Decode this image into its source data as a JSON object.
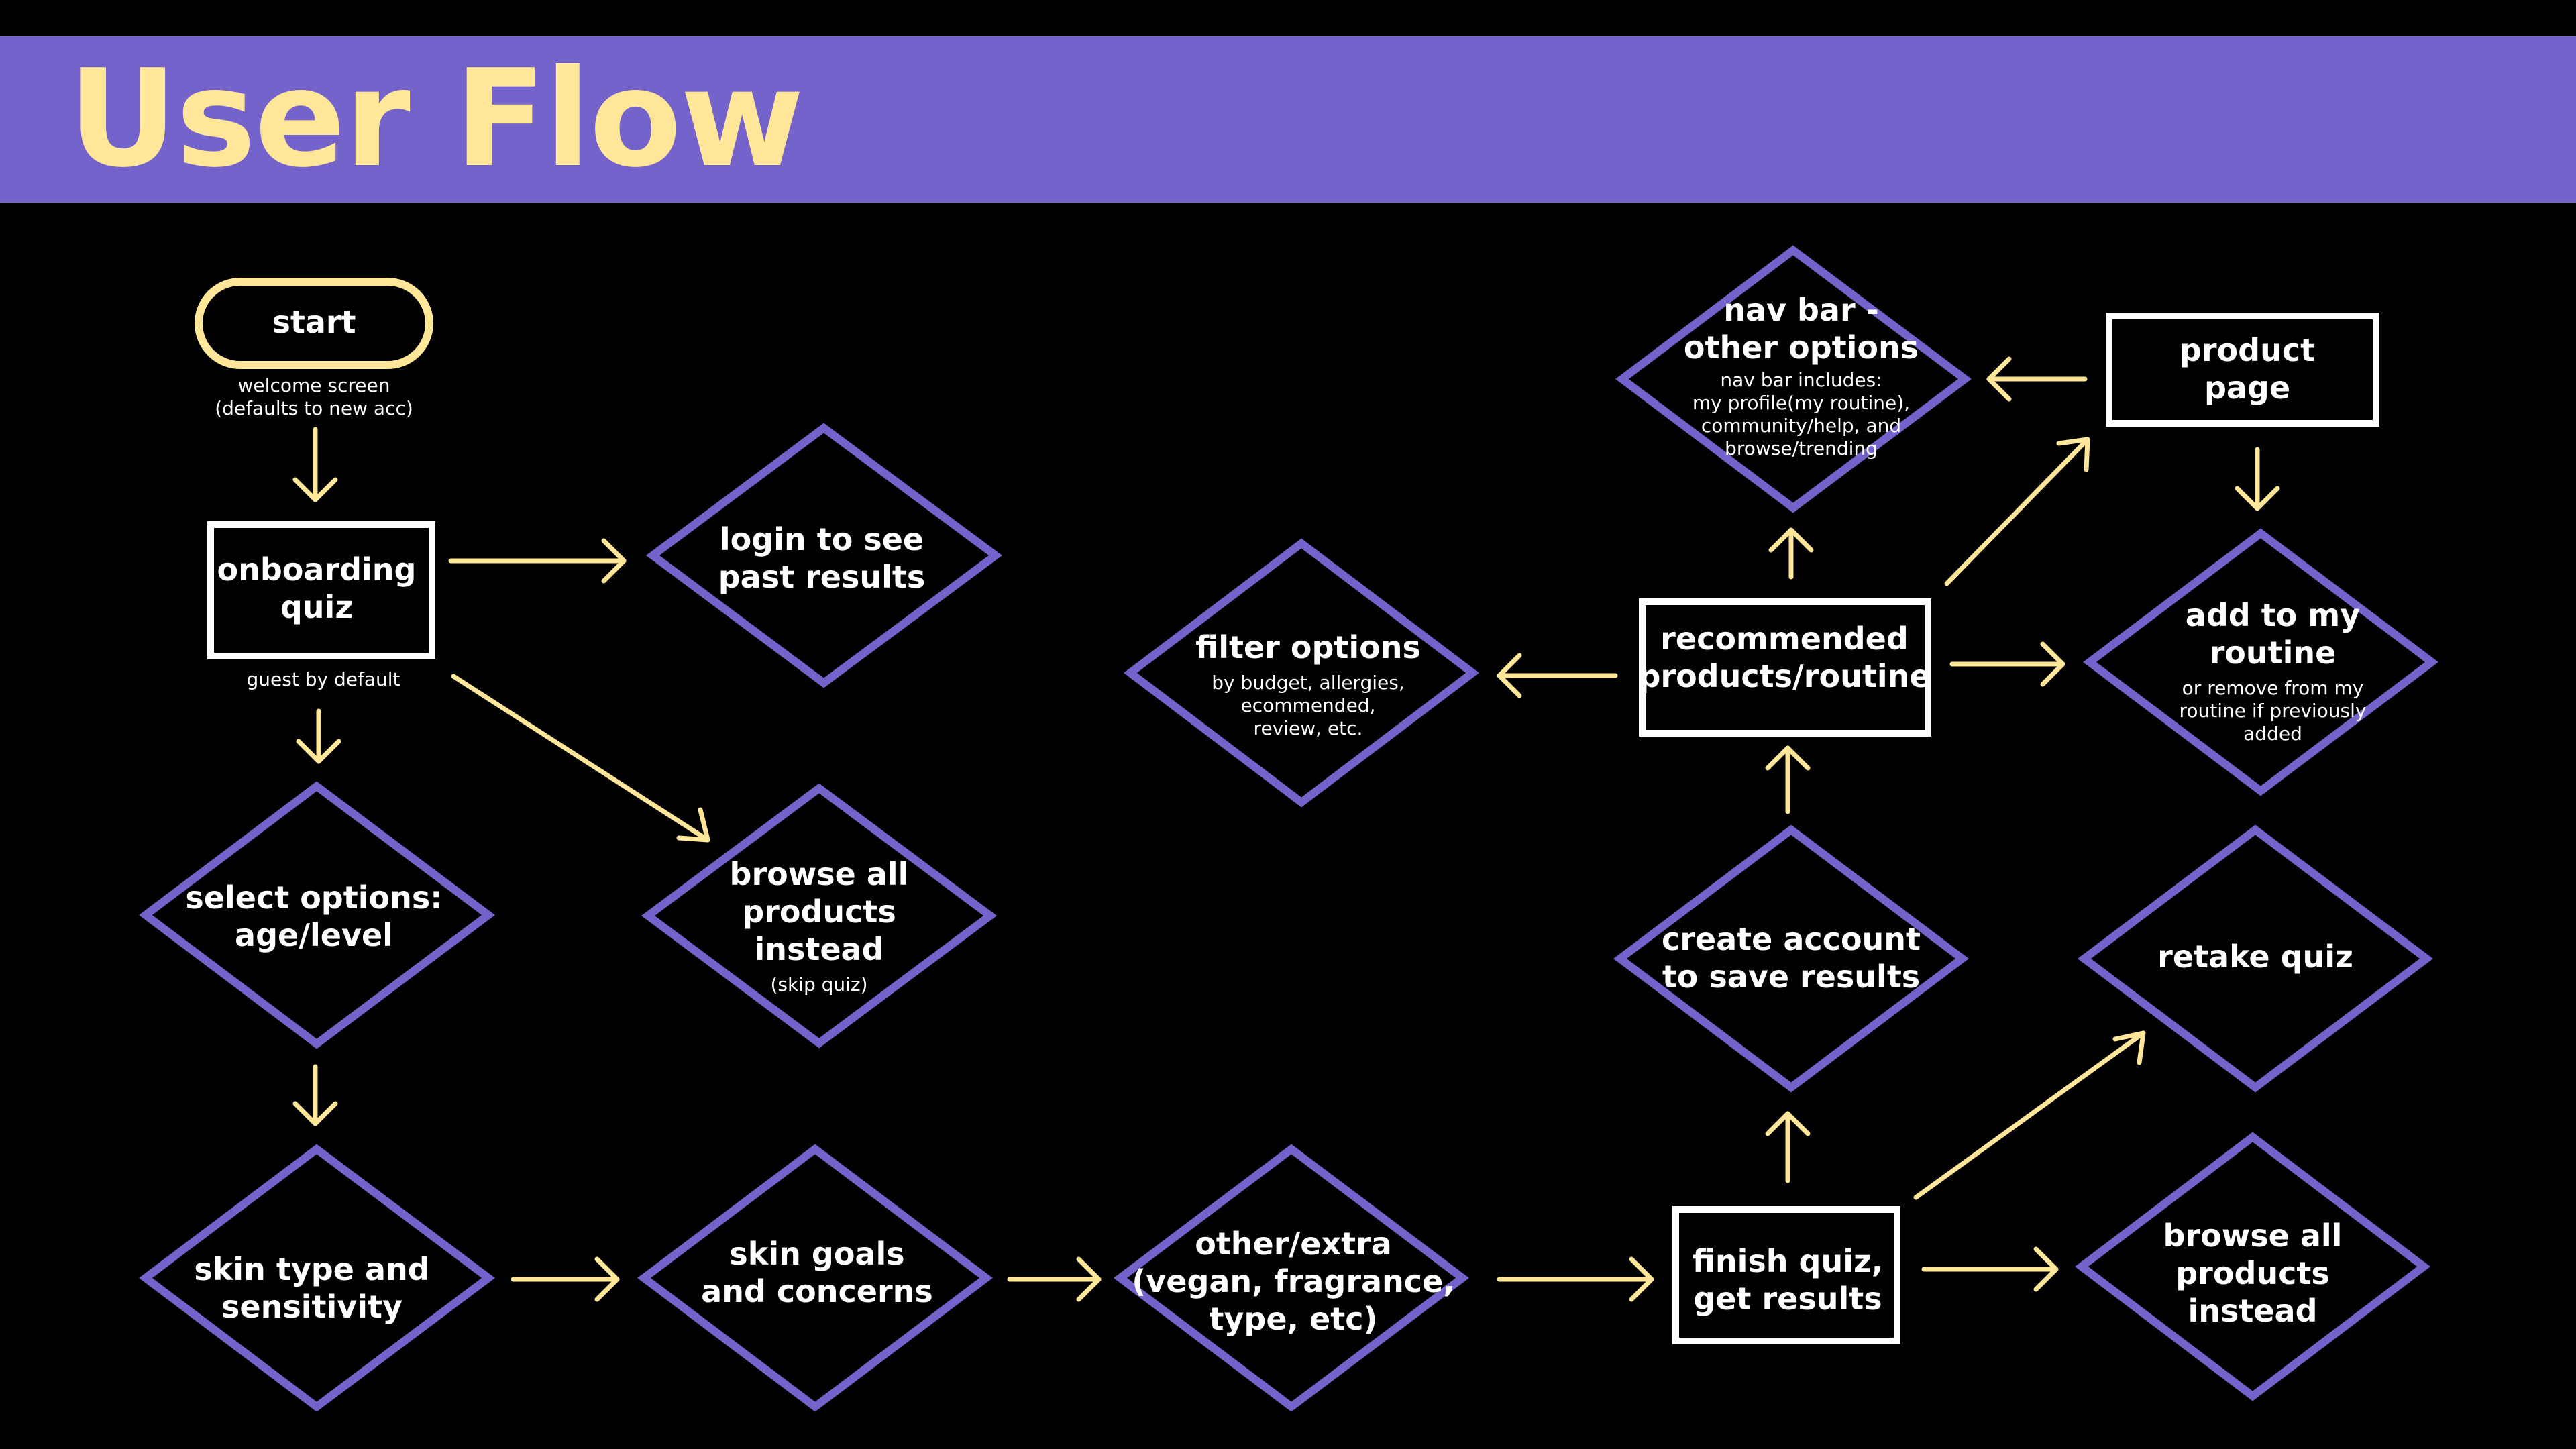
{
  "header": {
    "title": "User Flow"
  },
  "colors": {
    "header_bg": "#7563CC",
    "title": "#FFE699",
    "arrow": "#FFE699",
    "diamond": "#7563CC",
    "box": "#FFFFFF",
    "background": "#000000"
  },
  "nodes": {
    "start": {
      "label": "start",
      "note": "welcome screen\n(defaults to new acc)"
    },
    "onboarding": {
      "label": "onboarding\nquiz",
      "note": "guest by default"
    },
    "login": {
      "label": "login to see\npast results"
    },
    "browse_skip": {
      "label": "browse all\nproducts\ninstead",
      "sub": "(skip quiz)"
    },
    "select_options": {
      "label": "select options:\nage/level"
    },
    "skin_type": {
      "label": "skin type and\nsensitivity"
    },
    "skin_goals": {
      "label": "skin goals\nand concerns"
    },
    "other_extra": {
      "label": "other/extra\n(vegan, fragrance,\ntype, etc)"
    },
    "filter": {
      "label": "filter options",
      "sub": "by budget, allergies,\necommended,\nreview, etc."
    },
    "recommended": {
      "label": "recommended\nproducts/routine"
    },
    "nav_bar": {
      "label": "nav bar -\nother options",
      "sub": "nav bar includes:\nmy profile(my routine),\ncommunity/help, and\nbrowse/trending"
    },
    "product_page": {
      "label": "product\npage"
    },
    "add_routine": {
      "label": "add to my routine",
      "sub": "or remove from my\nroutine if previously\nadded"
    },
    "create_account": {
      "label": "create account\nto save results"
    },
    "retake": {
      "label": "retake quiz"
    },
    "finish": {
      "label": "finish quiz,\nget results"
    },
    "browse_end": {
      "label": "browse all\nproducts\ninstead"
    }
  }
}
